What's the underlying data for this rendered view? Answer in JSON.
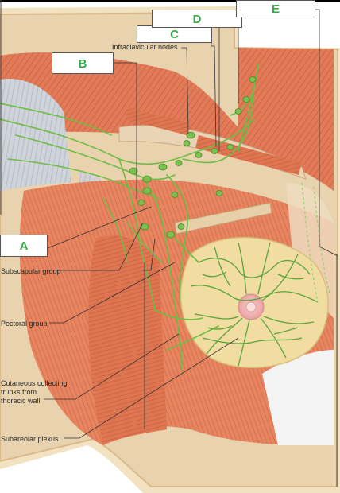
{
  "labels": {
    "a": "A",
    "b": "B",
    "c": "C",
    "d": "D",
    "e": "E"
  },
  "captions": {
    "infraclavicular": "Infraclavicular nodes",
    "subscapular": "Subscapular group",
    "pectoral": "Pectoral group",
    "cutaneous_1": "Cutaneous collecting",
    "cutaneous_2": "trunks from",
    "cutaneous_3": "thoracic wall",
    "subareolar": "Subareolar plexus"
  },
  "colors": {
    "label_text": "#3aa84a",
    "muscle": "#e07a55",
    "lymph": "#6dbd45",
    "areola": "#f0d8a0",
    "skin": "#f3e2c2"
  }
}
